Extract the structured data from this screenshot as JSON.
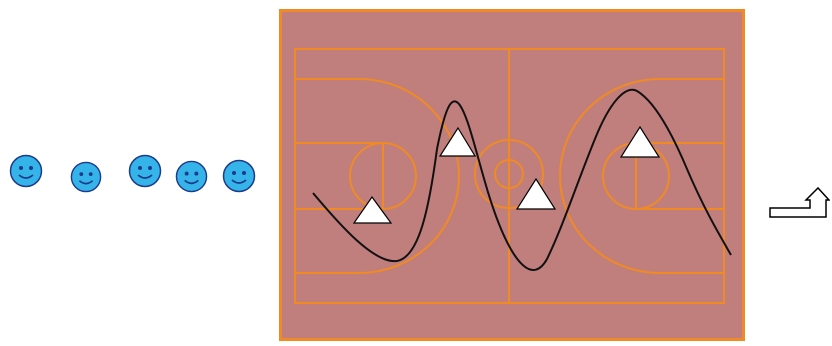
{
  "colors": {
    "face_fill": "#35B4EA",
    "face_stroke": "#1E3A8A",
    "court_fill": "#C07F7C",
    "court_border": "#F08A24",
    "court_lines": "#F08A24",
    "path_line": "#111111",
    "marker_fill": "#FFFFFF",
    "marker_stroke": "#000000",
    "arrow_stroke": "#000000"
  },
  "faces": {
    "count": 5,
    "icon": "smiley-face-icon"
  },
  "court": {
    "icon": "basketball-court"
  },
  "markers": {
    "count": 4,
    "shape": "triangle"
  },
  "arrow": {
    "icon": "turn-up-arrow-icon"
  }
}
